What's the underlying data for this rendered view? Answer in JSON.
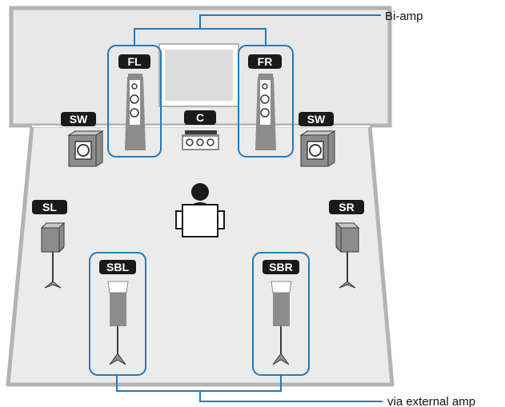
{
  "callouts": {
    "bi_amp": "Bi-amp",
    "external_amp": "via external amp"
  },
  "speakers": {
    "fl": "FL",
    "fr": "FR",
    "c": "C",
    "sw_left": "SW",
    "sw_right": "SW",
    "sl": "SL",
    "sr": "SR",
    "sbl": "SBL",
    "sbr": "SBR"
  },
  "colors": {
    "room_fill": "#e8e8e8",
    "room_border": "#b3b3b3",
    "highlight": "#1f7bc1",
    "label_bg": "#1a1a1a",
    "speaker_gray": "#8c8c8c",
    "speaker_dark": "#3a3a3a"
  },
  "icons": {
    "tv": "tv-screen-icon",
    "listener": "listener-icon",
    "tower": "tower-speaker-icon",
    "center": "center-speaker-icon",
    "subwoofer": "subwoofer-icon",
    "surround": "surround-speaker-icon"
  }
}
